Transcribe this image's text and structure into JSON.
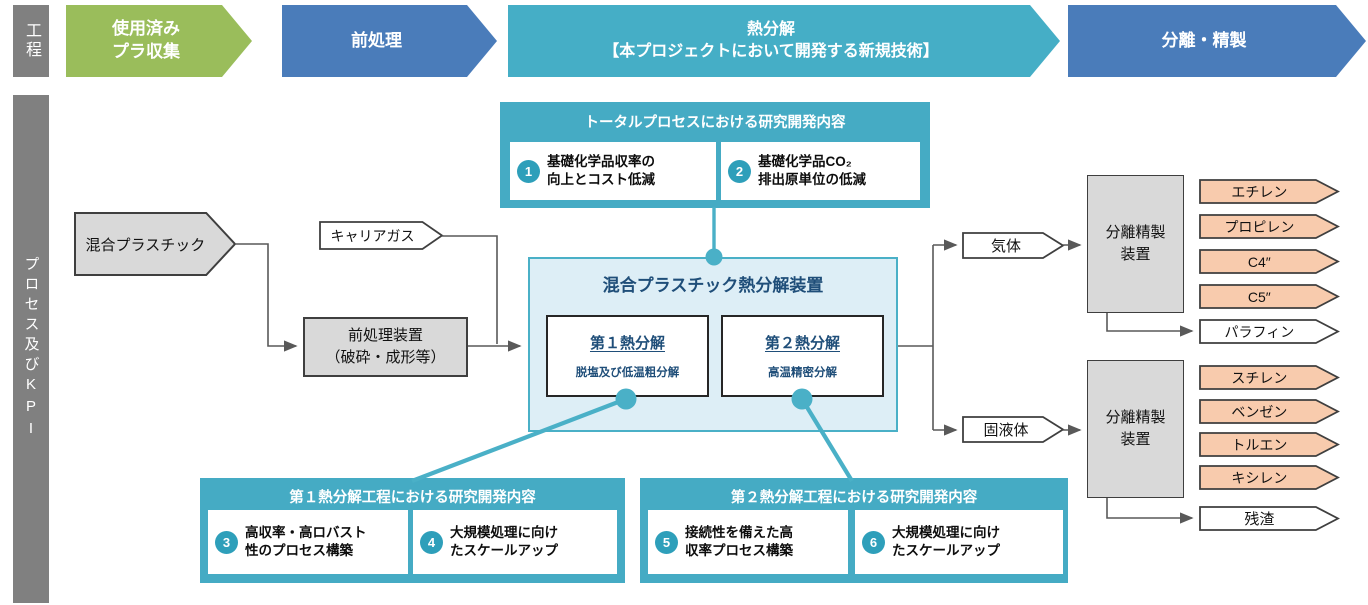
{
  "stages": {
    "header_label": "工程",
    "items": [
      {
        "label": "使用済み\nプラ収集"
      },
      {
        "label": "前処理"
      },
      {
        "label": "熱分解\n【本プロジェクトにおいて開発する新規技術】"
      },
      {
        "label": "分離・精製"
      }
    ]
  },
  "sidebar": {
    "label": "プロセス及びKPI"
  },
  "callouts": {
    "total": {
      "title": "トータルプロセスにおける研究開発内容",
      "items": [
        {
          "num": "1",
          "text": "基礎化学品収率の\n向上とコスト低減"
        },
        {
          "num": "2",
          "text": "基礎化学品CO₂\n排出原単位の低減"
        }
      ]
    },
    "first": {
      "title": "第１熱分解工程における研究開発内容",
      "items": [
        {
          "num": "3",
          "text": "高収率・高ロバスト\n性のプロセス構築"
        },
        {
          "num": "4",
          "text": "大規模処理に向け\nたスケールアップ"
        }
      ]
    },
    "second": {
      "title": "第２熱分解工程における研究開発内容",
      "items": [
        {
          "num": "5",
          "text": "接続性を備えた高\n収率プロセス構築"
        },
        {
          "num": "6",
          "text": "大規模処理に向け\nたスケールアップ"
        }
      ]
    }
  },
  "flow": {
    "mixed_plastic": "混合プラスチック",
    "carrier_gas": "キャリアガス",
    "pretreat_device": "前処理装置\n（破砕・成形等）",
    "pyrolysis_unit": {
      "title": "混合プラスチック熱分解装置",
      "stage1": {
        "title": "第１熱分解",
        "subtitle": "脱塩及び低温粗分解"
      },
      "stage2": {
        "title": "第２熱分解",
        "subtitle": "高温精密分解"
      }
    },
    "gas": "気体",
    "solid_liquid": "固液体",
    "sep_device_top": "分離精製\n装置",
    "sep_device_bottom": "分離精製\n装置",
    "products_gas": [
      "エチレン",
      "プロピレン",
      "C4″",
      "C5″",
      "パラフィン"
    ],
    "products_liquid": [
      "スチレン",
      "ベンゼン",
      "トルエン",
      "キシレン",
      "残渣"
    ]
  },
  "colors": {
    "green": "#9abd5b",
    "blue": "#4a7cba",
    "teal": "#45aec6",
    "callout": "#45abc4",
    "circle": "#2e9fba",
    "teal_border": "#4ab0c7",
    "navy": "#1f4e79",
    "light_blue": "#ddeef6",
    "orange": "#f8cbad",
    "gray_box": "#d9d9d9",
    "gray_dark": "#808080",
    "line": "#595959"
  }
}
